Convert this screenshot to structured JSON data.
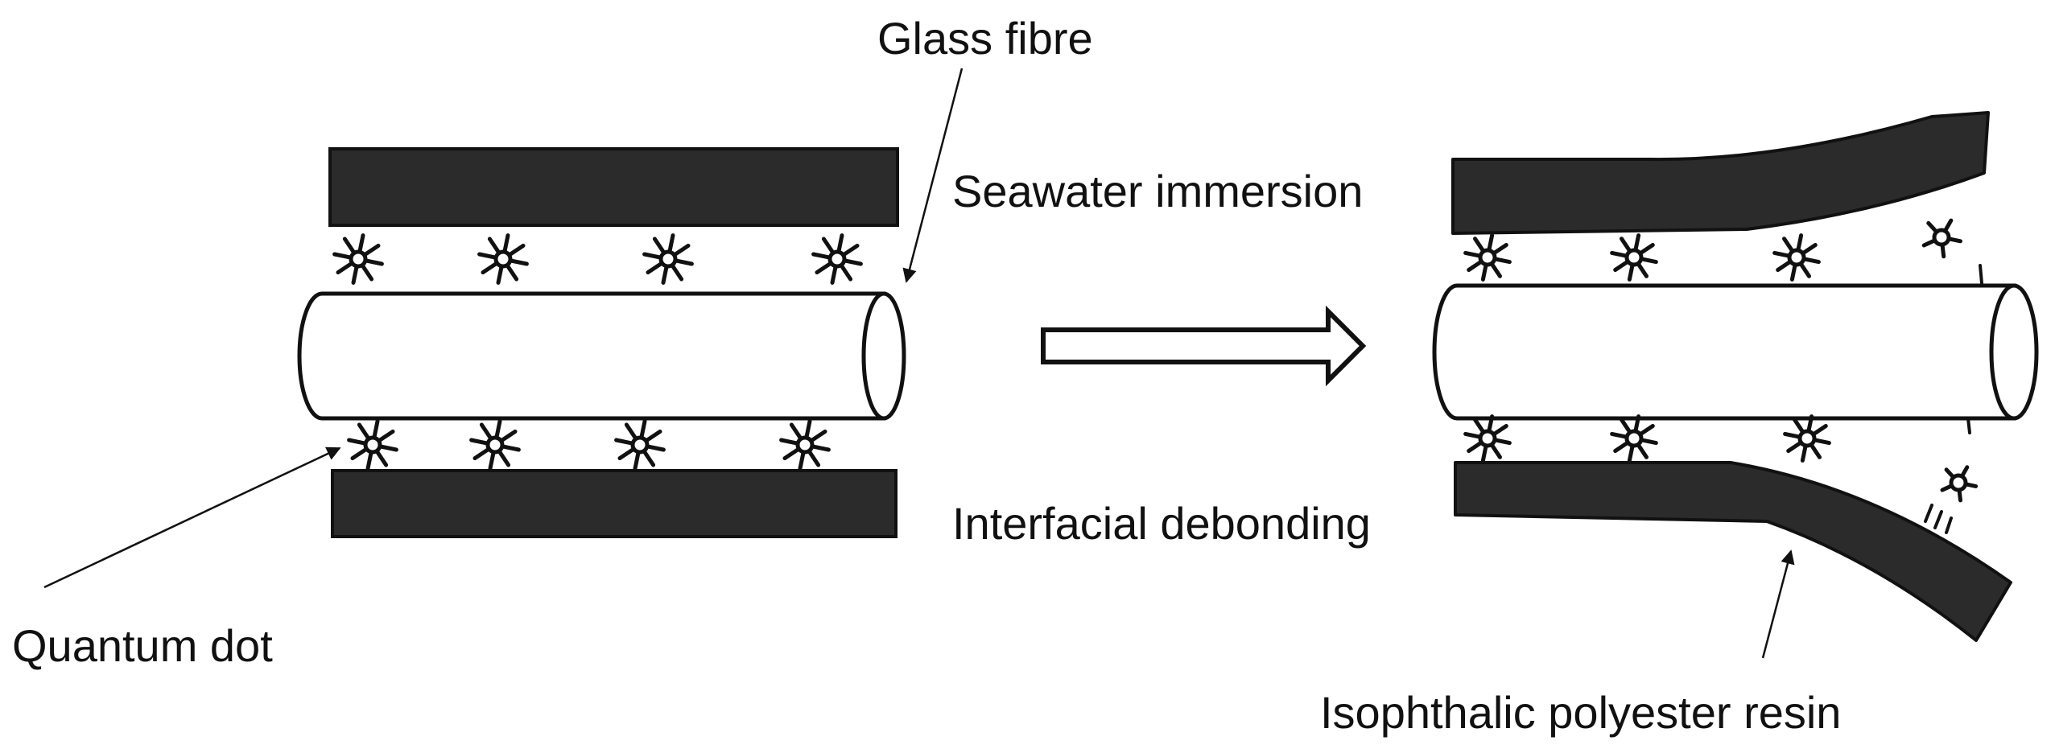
{
  "labels": {
    "glass_fibre": "Glass fibre",
    "seawater_immersion": "Seawater immersion",
    "interfacial_debonding": "Interfacial debonding",
    "quantum_dot": "Quantum dot",
    "isophthalic_resin": "Isophthalic polyester resin"
  },
  "colors": {
    "resin": "#2b2b2b",
    "line": "#111111",
    "fibre_fill": "#ffffff",
    "background": "#ffffff"
  },
  "icons": {
    "process_arrow": "hollow-right-arrow",
    "quantum_dot": "starburst-dot"
  }
}
